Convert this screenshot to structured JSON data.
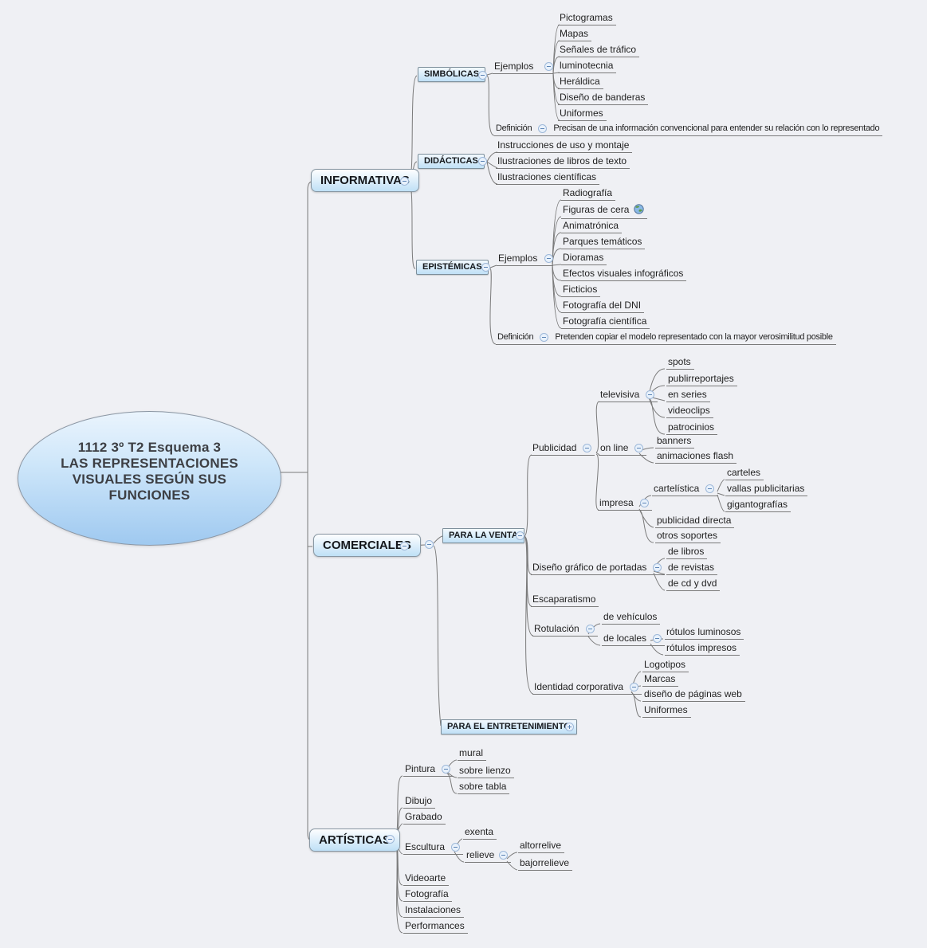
{
  "colors": {
    "background": "#eff0f4",
    "node_fill_light_blue": "#bfe0f6",
    "node_border": "#7d8f9b",
    "connector_line": "#7a7a7a",
    "collapse_icon_fill": "#e8f1fb",
    "collapse_icon_border": "#9db8d9"
  },
  "central": {
    "lines": [
      "1112 3º T2 Esquema 3",
      "LAS REPRESENTACIONES",
      "VISUALES SEGÚN SUS",
      "FUNCIONES"
    ]
  },
  "informativas": {
    "label": "INFORMATIVAS",
    "simbolicas": {
      "label": "SIMBÓLICAS",
      "ejemplos": {
        "label": "Ejemplos",
        "items": [
          "Pictogramas",
          "Mapas",
          "Señales de tráfico",
          "luminotecnia",
          "Heráldica",
          "Diseño de banderas",
          "Uniformes"
        ]
      },
      "definicion": {
        "label": "Definición",
        "text": "Precisan de una información convencional para entender su relación  con lo representado"
      }
    },
    "didacticas": {
      "label": "DIDÁCTICAS",
      "items": [
        "Instrucciones de uso y montaje",
        "Ilustraciones de libros de texto",
        "Ilustraciones científicas"
      ]
    },
    "epistemicas": {
      "label": "EPISTÉMICAS",
      "ejemplos": {
        "label": "Ejemplos",
        "items": [
          "Radiografía",
          "Figuras de cera",
          "Animatrónica",
          "Parques temáticos",
          "Dioramas",
          "Efectos visuales infográficos",
          "Ficticios",
          "Fotografía del DNI",
          "Fotografía científica"
        ]
      },
      "definicion": {
        "label": "Definición",
        "text": "Pretenden copiar el modelo representado con la mayor verosimilitud posible"
      }
    }
  },
  "comerciales": {
    "label": "COMERCIALES",
    "para_la_venta": {
      "label": "PARA LA VENTA",
      "publicidad": {
        "label": "Publicidad",
        "televisiva": {
          "label": "televisiva",
          "items": [
            "spots",
            "publirreportajes",
            "en series",
            "videoclips",
            "patrocinios"
          ]
        },
        "on_line": {
          "label": "on line",
          "items": [
            "banners",
            "animaciones flash"
          ]
        },
        "impresa": {
          "label": "impresa",
          "cartelistica": {
            "label": "cartelística",
            "items": [
              "carteles",
              "vallas publicitarias",
              "gigantografías"
            ]
          },
          "items": [
            "publicidad directa",
            "otros soportes"
          ]
        }
      },
      "portadas": {
        "label": "Diseño gráfico de portadas",
        "items": [
          "de libros",
          "de revistas",
          "de cd y dvd"
        ]
      },
      "escaparatismo": {
        "label": "Escaparatismo"
      },
      "rotulacion": {
        "label": "Rotulación",
        "items": [
          "de vehículos"
        ],
        "de_locales": {
          "label": "de locales",
          "items": [
            "rótulos luminosos",
            "rótulos impresos"
          ]
        }
      },
      "identidad": {
        "label": "Identidad corporativa",
        "items": [
          "Logotipos",
          "Marcas",
          "diseño de páginas web",
          "Uniformes"
        ]
      }
    },
    "para_el_entretenimiento": {
      "label": "PARA EL ENTRETENIMIENTO",
      "state": "collapsed"
    }
  },
  "artisticas": {
    "label": "ARTÍSTICAS",
    "pintura": {
      "label": "Pintura",
      "items": [
        "mural",
        "sobre lienzo",
        "sobre tabla"
      ]
    },
    "dibujo": {
      "label": "Dibujo"
    },
    "grabado": {
      "label": "Grabado"
    },
    "escultura": {
      "label": "Escultura",
      "items": [
        "exenta"
      ],
      "relieve": {
        "label": "relieve",
        "items": [
          "altorrelive",
          "bajorrelieve"
        ]
      }
    },
    "videoarte": {
      "label": "Videoarte"
    },
    "fotografia": {
      "label": "Fotografía"
    },
    "instalaciones": {
      "label": "Instalaciones"
    },
    "performances": {
      "label": "Performances"
    }
  },
  "markers": {
    "figuras_de_cera": "globe-hyperlink-icon"
  }
}
